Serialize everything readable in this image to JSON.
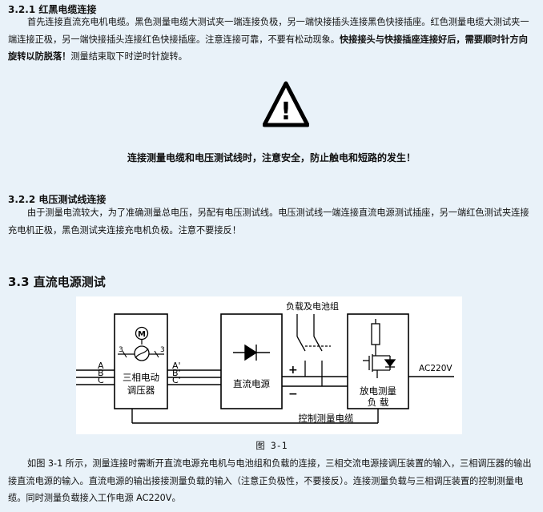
{
  "section_321": {
    "title": "3.2.1 红黑电缆连接",
    "para_part1": "首先连接直流充电机电缆。黑色测量电缆大测试夹一端连接负极，另一端快接插头连接黑色快接插座。红色测量电缆大测试夹一端连接正极，另一端快接插头连接红色快接插座。注意连接可靠，不要有松动现象。",
    "para_bold": "快接接头与快接插座连接好后，需要顺时针方向旋转以防脱落！",
    "para_part2": "测量结束取下时逆时针旋转。"
  },
  "warning": {
    "icon": "warning-triangle-icon",
    "symbol": "!",
    "text": "连接测量电缆和电压测试线时，注意安全，防止触电和短路的发生！"
  },
  "section_322": {
    "title": "3.2.2 电压测试线连接",
    "para": "由于测量电流较大，为了准确测量总电压，另配有电压测试线。电压测试线一端连接直流电源测试插座，另一端红色测试夹连接充电机正极，黑色测试夹连接充电机负极。注意不要接反！"
  },
  "section_33": {
    "title": "3.3 直流电源测试"
  },
  "diagram": {
    "load_label": "负载及电池组",
    "phase_a": "A",
    "phase_b": "B",
    "phase_c": "C",
    "phase_a2": "A'",
    "phase_b2": "B'",
    "phase_c2": "C'",
    "num3_left": "3",
    "num3_right": "3",
    "motor": "M",
    "regulator_l1": "三相电动",
    "regulator_l2": "调压器",
    "dc_source": "直流电源",
    "plus": "+",
    "minus": "−",
    "discharge_l1": "放电测量",
    "discharge_l2": "负  载",
    "ac_label": "AC220V",
    "control_cable": "控制测量电缆"
  },
  "figure_caption": "图 3-1",
  "final_para": "如图 3-1 所示，测量连接时需断开直流电源充电机与电池组和负载的连接，三相交流电源接调压装置的输入，三相调压器的输出接直流电源的输入。直流电源的输出接接测量负载的输入（注意正负极性，不要接反）。连接测量负载与三相调压装置的控制测量电缆。同时测量负载接入工作电源 AC220V。"
}
